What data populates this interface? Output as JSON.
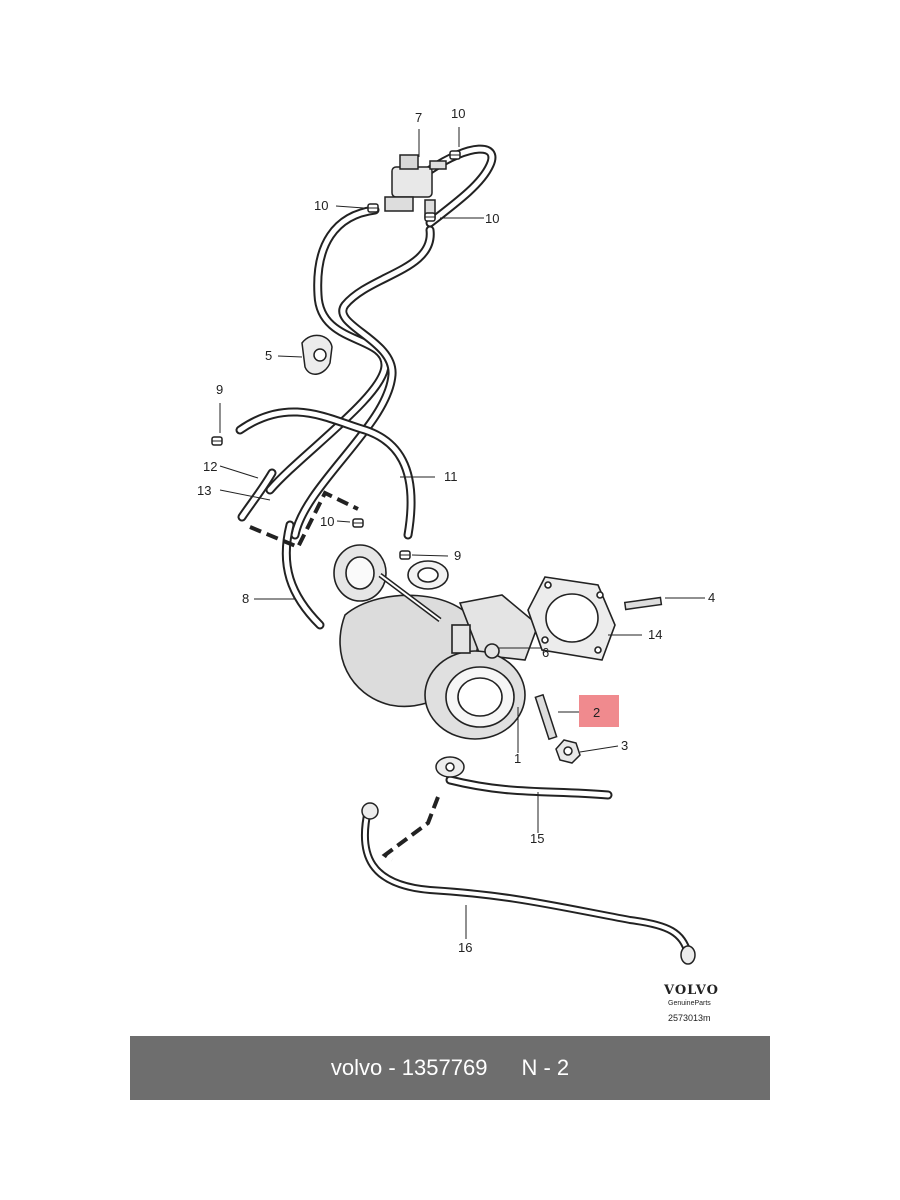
{
  "callouts": {
    "c7": "7",
    "c10a": "10",
    "c10b": "10",
    "c10c": "10",
    "c5": "5",
    "c9a": "9",
    "c12": "12",
    "c13": "13",
    "c11": "11",
    "c10d": "10",
    "c9b": "9",
    "c8": "8",
    "c4": "4",
    "c14": "14",
    "c6": "6",
    "c2": "2",
    "c3": "3",
    "c1": "1",
    "c15": "15",
    "c16": "16"
  },
  "brand": {
    "logo": "VOLVO",
    "subtitle": "GenuineParts",
    "ref": "2573013m"
  },
  "footer": {
    "part": "volvo - 1357769",
    "position": "N - 2"
  },
  "highlight_color": "#f08a8e"
}
